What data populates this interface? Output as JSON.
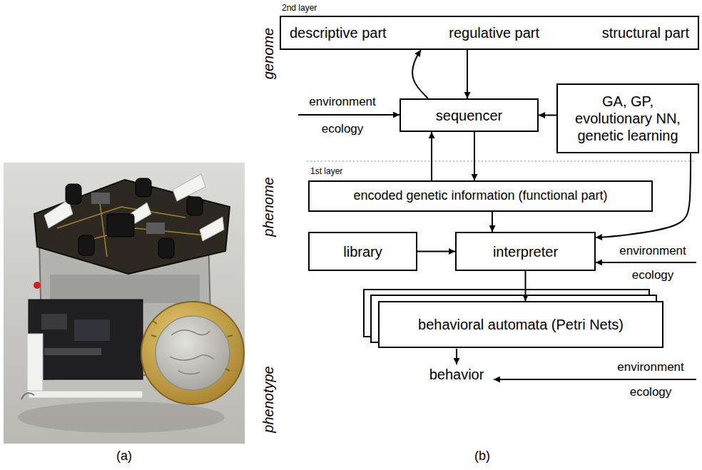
{
  "diagram": {
    "nodes": [
      {
        "text": [
          "descriptive part",
          "regulative part",
          "structural part"
        ]
      },
      {
        "text": [
          "sequencer"
        ]
      },
      {
        "text": [
          "GA, GP, evolutionary NN, genetic learning"
        ]
      },
      {
        "text": [
          "encoded genetic information (functional part)"
        ]
      },
      {
        "text": [
          "library"
        ]
      },
      {
        "text": [
          "interpreter"
        ]
      },
      {
        "text": [
          "behavioral automata (Petri Nets)"
        ]
      }
    ],
    "edges": [
      {
        "from": 1,
        "to": 0,
        "arrow": "to"
      },
      {
        "from": 0,
        "to": 1,
        "arrow": "to"
      },
      {
        "from": 2,
        "to": 1,
        "arrow": "to"
      },
      {
        "from": 1,
        "to": 3,
        "arrow": "to"
      },
      {
        "from": 3,
        "to": 1,
        "arrow": "to"
      },
      {
        "from": 3,
        "to": 5,
        "arrow": "to"
      },
      {
        "from": 4,
        "to": 5,
        "arrow": "to"
      },
      {
        "from": 2,
        "to": 5,
        "arrow": "to"
      },
      {
        "from": 5,
        "to": 6,
        "arrow": "to"
      }
    ],
    "labels": [
      "genome",
      "2nd layer",
      "environment",
      "ecology",
      "phenome",
      "1st layer",
      "environment",
      "ecology",
      "phenotype",
      "behavior",
      "environment",
      "ecology",
      "(a)",
      "(b)"
    ]
  }
}
